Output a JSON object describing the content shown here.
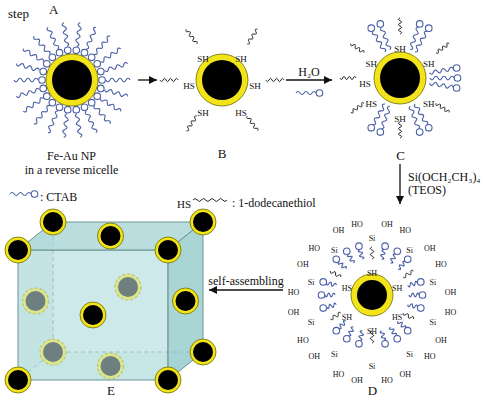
{
  "diagram": {
    "nodes": [
      {
        "text": [
          "A",
          "Fe-Au NP",
          "in a reverse micelle"
        ]
      },
      {
        "text": [
          "B"
        ]
      },
      {
        "text": [
          "C"
        ]
      },
      {
        "text": [
          "D"
        ]
      },
      {
        "text": [
          "E"
        ]
      }
    ],
    "edges": [
      {
        "from": 0,
        "to": 1,
        "arrow": "to"
      },
      {
        "from": 1,
        "to": 2,
        "arrow": "to",
        "label": "H₂O"
      },
      {
        "from": 2,
        "to": 3,
        "arrow": "to",
        "label": "Si(OCH₂CH₃)₄ (TEOS)"
      },
      {
        "from": 3,
        "to": 4,
        "arrow": "to",
        "label": "self-assembling"
      }
    ],
    "labels": [
      "step",
      "HS",
      "SH",
      "SH",
      "HS",
      "SH",
      "SH",
      "HS",
      "SH",
      "SH",
      "SH",
      "HS",
      "SH",
      "SH",
      "HS",
      "SH",
      "SH",
      "HS",
      "SH",
      "SH",
      "HS",
      "Si",
      "Si",
      "Si",
      "Si",
      "Si",
      "Si",
      "Si",
      "Si",
      "Si",
      "Si",
      "HO",
      "OH",
      "HO",
      "OH",
      "HO",
      "OH",
      "HO",
      "OH",
      "HO",
      "OH",
      "HO",
      "OH",
      "HO",
      "OH",
      "HO",
      "OH",
      "HO",
      "OH",
      "HO",
      "OH"
    ],
    "legend": [
      {
        "text": ": CTAB"
      },
      {
        "text": ": 1-dodecanethiol"
      }
    ]
  }
}
